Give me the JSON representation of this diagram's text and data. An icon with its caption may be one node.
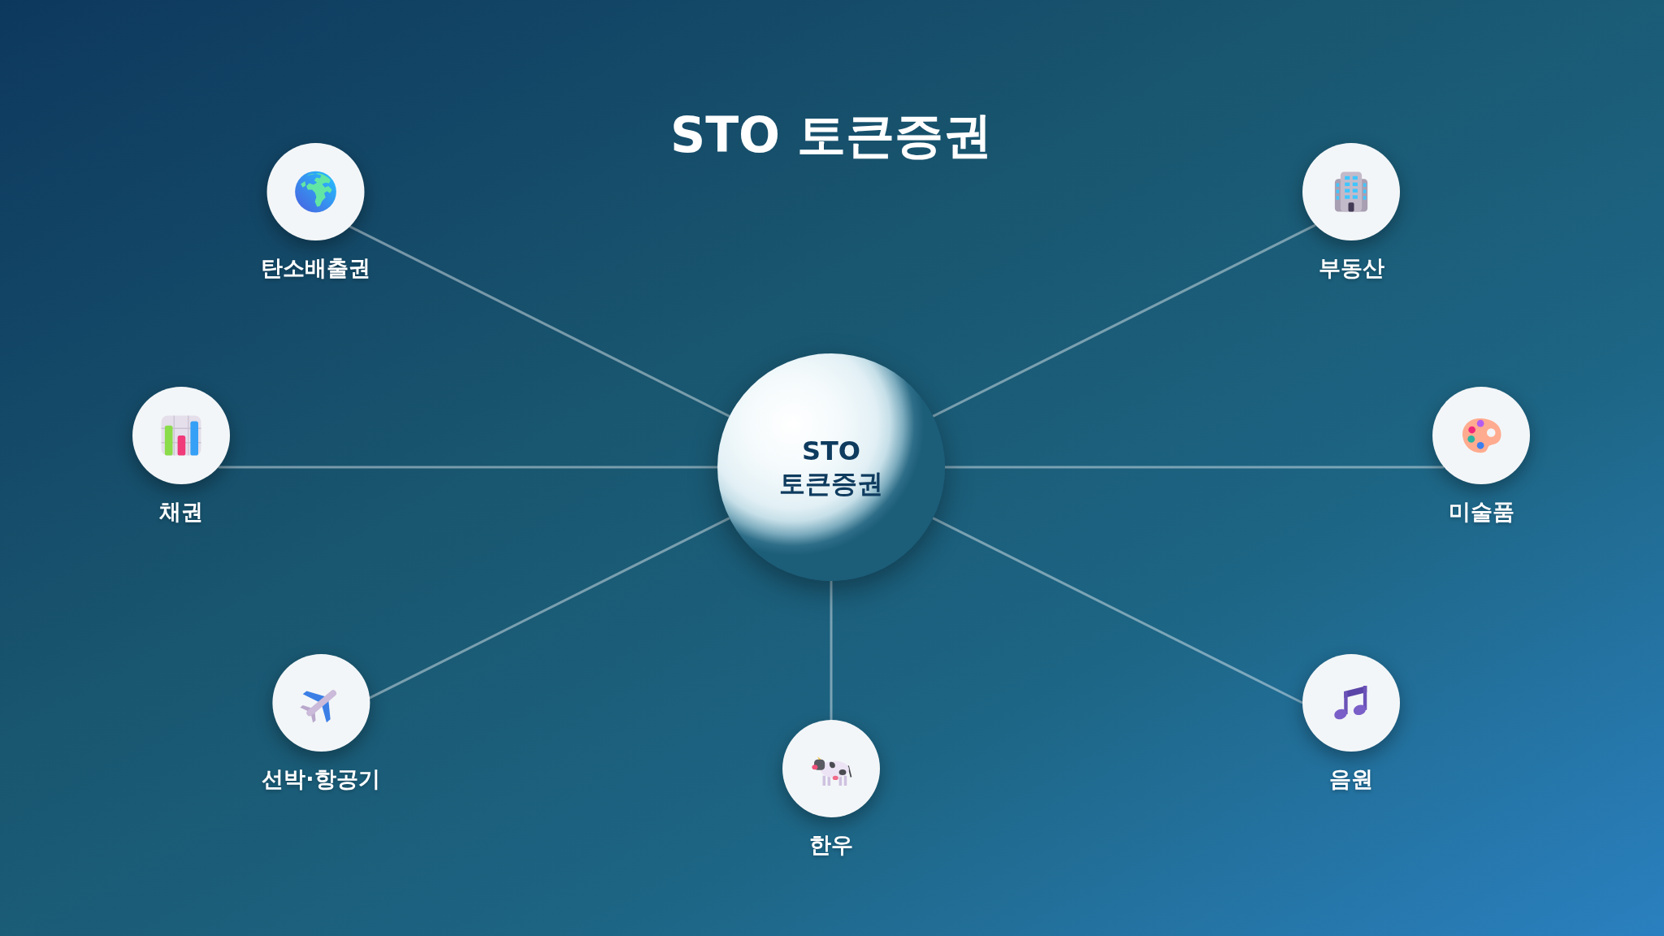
{
  "diagram": {
    "title": "STO 토큰증권",
    "nodes": [
      {
        "text": [
          "STO 토큰증권"
        ]
      },
      {
        "text": [
          "탄소배출권"
        ]
      },
      {
        "text": [
          "부동산"
        ]
      },
      {
        "text": [
          "채권"
        ]
      },
      {
        "text": [
          "미술품"
        ]
      },
      {
        "text": [
          "선박·항공기"
        ]
      },
      {
        "text": [
          "음원"
        ]
      },
      {
        "text": [
          "한우"
        ]
      }
    ],
    "edges": [
      {
        "from": 0,
        "to": 1,
        "arrow": "none"
      },
      {
        "from": 0,
        "to": 2,
        "arrow": "none"
      },
      {
        "from": 0,
        "to": 3,
        "arrow": "none"
      },
      {
        "from": 0,
        "to": 4,
        "arrow": "none"
      },
      {
        "from": 0,
        "to": 5,
        "arrow": "none"
      },
      {
        "from": 0,
        "to": 6,
        "arrow": "none"
      },
      {
        "from": 0,
        "to": 7,
        "arrow": "none"
      }
    ]
  }
}
